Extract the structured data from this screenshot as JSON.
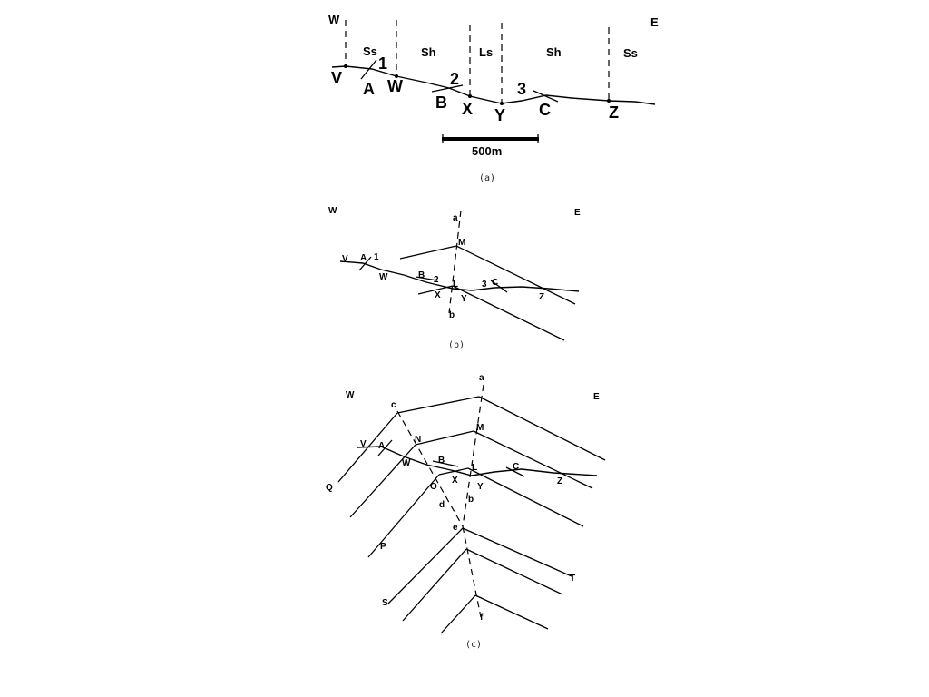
{
  "panel_a": {
    "compass": {
      "west": "W",
      "east": "E"
    },
    "units": [
      "Ss",
      "Sh",
      "Ls",
      "Sh",
      "Ss"
    ],
    "points": {
      "V": "V",
      "A": "A",
      "W": "W",
      "B": "B",
      "X": "X",
      "Y": "Y",
      "C": "C",
      "Z": "Z"
    },
    "dips": [
      "1",
      "2",
      "3"
    ],
    "scale_label": "500m",
    "caption": "(a)"
  },
  "panel_b": {
    "compass": {
      "west": "W",
      "east": "E"
    },
    "points": {
      "a": "a",
      "M": "M",
      "V": "V",
      "A": "A",
      "W": "W",
      "B": "B",
      "L": "L",
      "X": "X",
      "Y": "Y",
      "C": "C",
      "Z": "Z",
      "b": "b"
    },
    "dips": [
      "1",
      "2",
      "3"
    ],
    "caption": "(b)"
  },
  "panel_c": {
    "compass": {
      "west": "W",
      "east": "E"
    },
    "points": {
      "a": "a",
      "c": "c",
      "M": "M",
      "N": "N",
      "V": "V",
      "A": "A",
      "W": "W",
      "B": "B",
      "X": "X",
      "L": "L",
      "C": "C",
      "Z": "Z",
      "O": "O",
      "Y": "Y",
      "Q": "Q",
      "d": "d",
      "b": "b",
      "e": "e",
      "P": "P",
      "T": "T",
      "S": "S",
      "f": "f"
    },
    "caption": "(c)"
  }
}
